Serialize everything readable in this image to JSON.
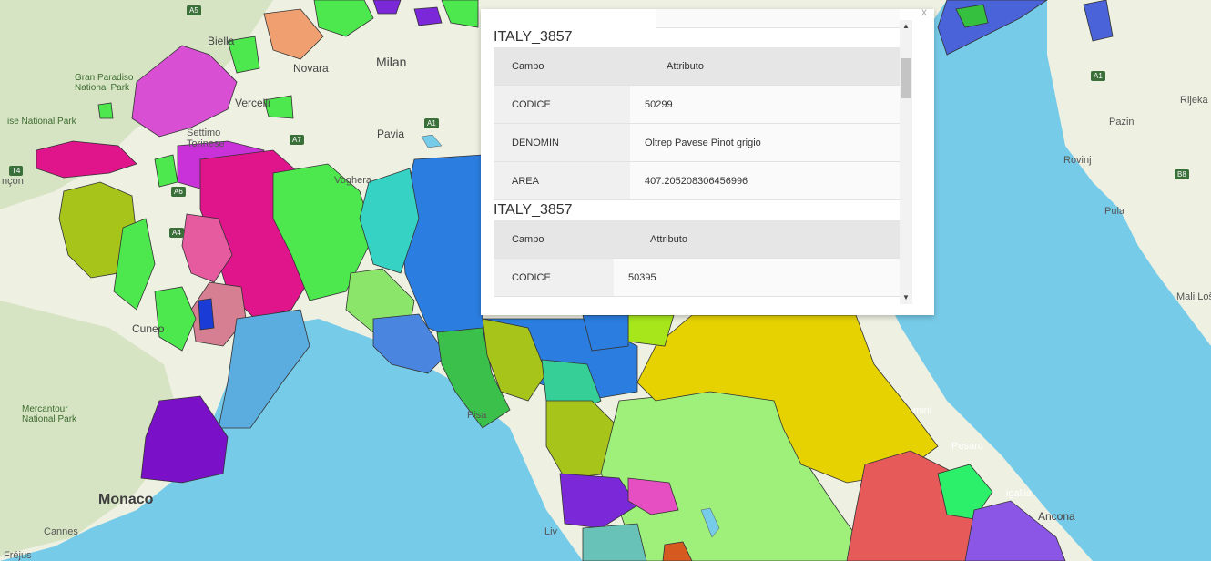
{
  "map": {
    "labels": {
      "biella": "Biella",
      "gran_paradiso": "Gran Paradiso\nNational Park",
      "national_park_left": "ise National Park",
      "novara": "Novara",
      "milan": "Milan",
      "vercelli": "Vercelli",
      "settimo_torinese": "Settimo\nTorinese",
      "pavia": "Pavia",
      "voghera": "Voghera",
      "briancon": "nçon",
      "cuneo": "Cuneo",
      "mercantour": "Mercantour\nNational Park",
      "monaco": "Monaco",
      "cannes": "Cannes",
      "frejus": "Fréjus",
      "pisa": "Pisa",
      "livorno": "Liv",
      "rimini": "mini",
      "pesaro": "Pesaro",
      "senigallia": "igallia",
      "ancona": "Ancona",
      "pazin": "Pazin",
      "rovinj": "Rovinj",
      "pula": "Pula",
      "rijeka": "Rijeka",
      "mali_losinj": "Mali Loš"
    },
    "road_shields": [
      "A5",
      "A4",
      "A1",
      "A7",
      "A6",
      "T4",
      "B8",
      "A1"
    ]
  },
  "popup": {
    "close_label": "x",
    "scroll_up": "▲",
    "scroll_down": "▼",
    "features": [
      {
        "layer": "ITALY_3857",
        "header": {
          "campo": "Campo",
          "attributo": "Attributo"
        },
        "rows": [
          {
            "key": "CODICE",
            "value": "50299"
          },
          {
            "key": "DENOMIN",
            "value": "Oltrep Pavese Pinot grigio"
          },
          {
            "key": "AREA",
            "value": "407.205208306456996"
          }
        ]
      },
      {
        "layer": "ITALY_3857",
        "header": {
          "campo": "Campo",
          "attributo": "Attributo"
        },
        "rows": [
          {
            "key": "CODICE",
            "value": "50395"
          }
        ]
      }
    ]
  }
}
